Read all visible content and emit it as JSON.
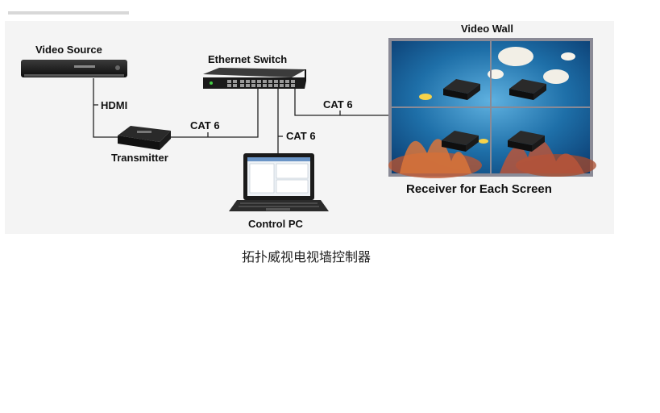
{
  "diagram": {
    "video_source": "Video Source",
    "hdmi": "HDMI",
    "transmitter": "Transmitter",
    "cat6_tx": "CAT 6",
    "ethernet_switch": "Ethernet Switch",
    "cat6_pc": "CAT 6",
    "cat6_wall": "CAT 6",
    "control_pc": "Control PC",
    "video_wall": "Video Wall",
    "receiver_caption": "Receiver for Each Screen"
  },
  "caption": "拓扑威视电视墙控制器",
  "colors": {
    "background_panel": "#f4f4f4",
    "line": "#222222",
    "wall_frame": "#7a7a8a",
    "sea": "#1e6fa8"
  }
}
